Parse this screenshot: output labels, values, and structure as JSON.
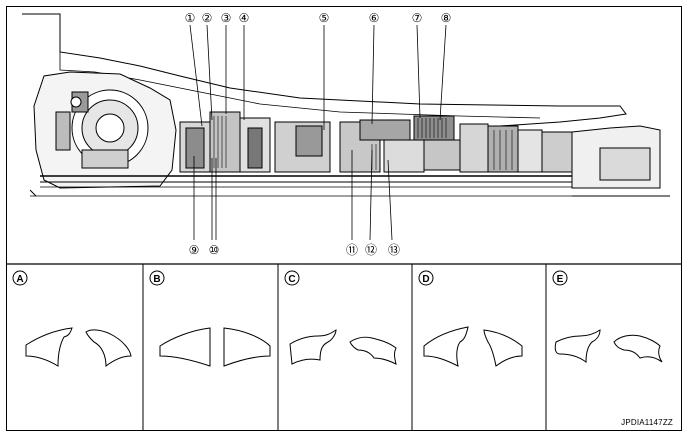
{
  "callouts_top": [
    "①",
    "②",
    "③",
    "④",
    "⑤",
    "⑥",
    "⑦",
    "⑧"
  ],
  "callouts_bottom": [
    "⑨",
    "⑩",
    "⑪",
    "⑫",
    "⑬"
  ],
  "sections": [
    {
      "letter": "A"
    },
    {
      "letter": "B"
    },
    {
      "letter": "C"
    },
    {
      "letter": "D"
    },
    {
      "letter": "E"
    }
  ],
  "figure_code": "JPDIA1147ZZ"
}
